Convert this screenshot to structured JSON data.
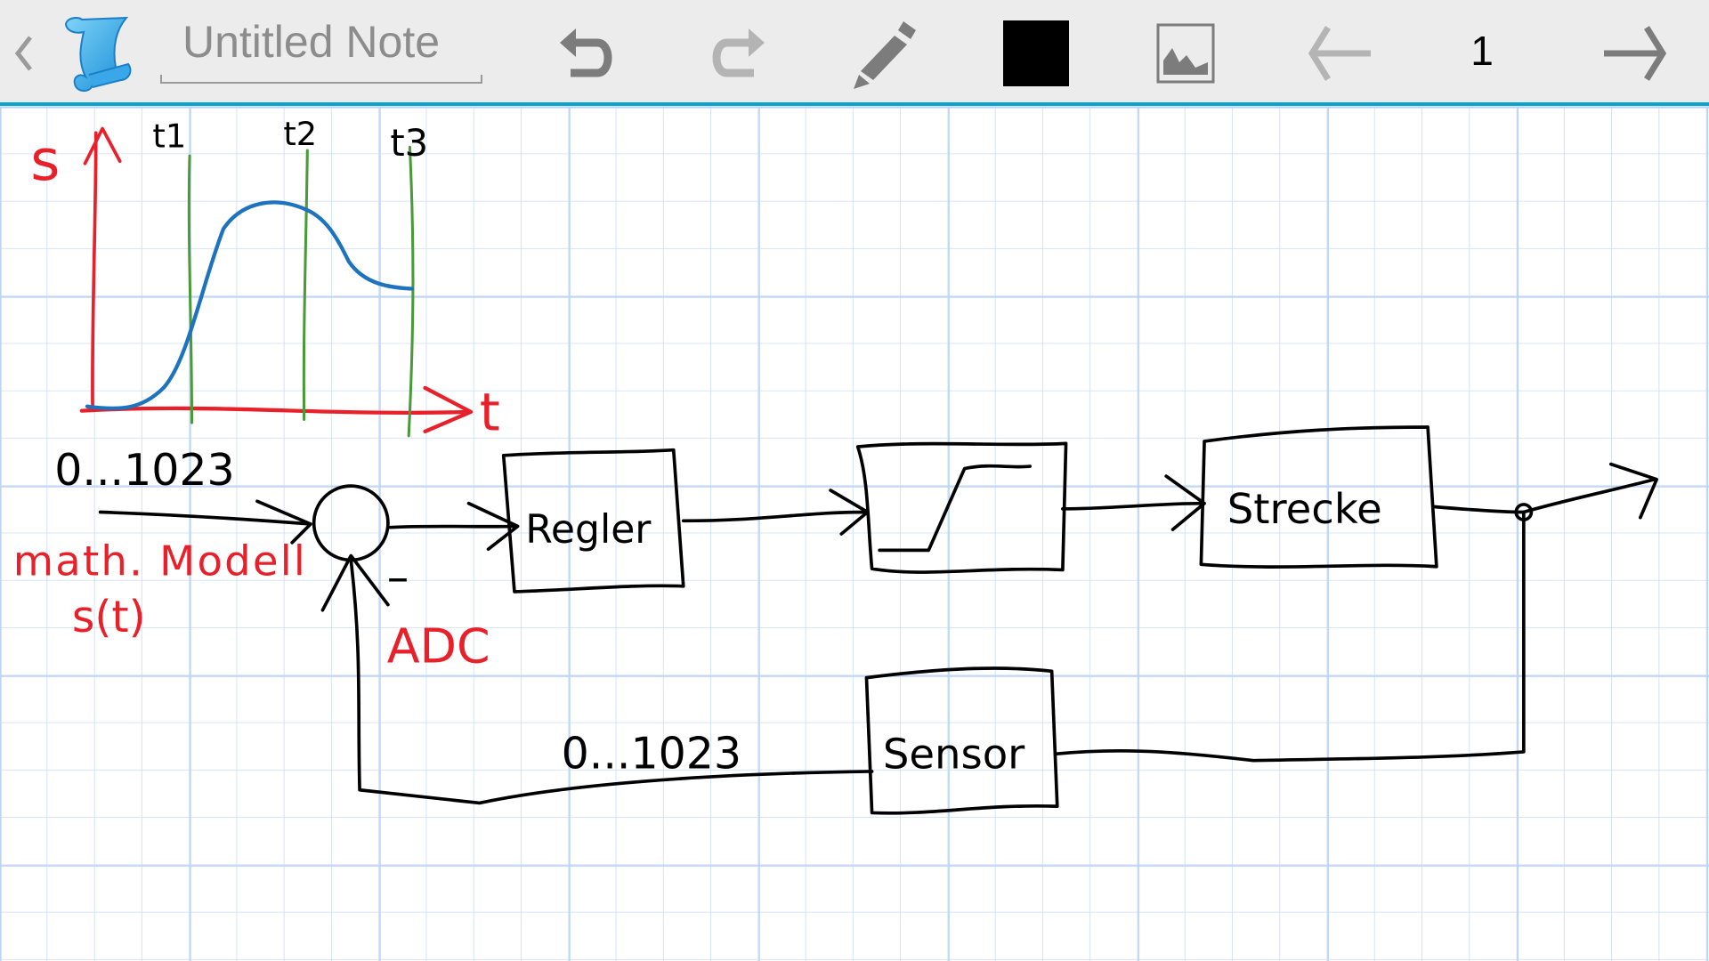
{
  "toolbar": {
    "back_icon": "chevron-left-icon",
    "app_icon": "scroll-icon",
    "title_value": "Untitled Note",
    "undo_icon": "undo-icon",
    "redo_icon": "redo-icon",
    "pen_icon": "pencil-icon",
    "color_swatch": "#000000",
    "image_icon": "image-icon",
    "prev_page_icon": "arrow-left-icon",
    "page_number": "1",
    "next_page_icon": "arrow-right-icon",
    "accent": "#0aa3c9"
  },
  "note": {
    "graph": {
      "y_label": "s",
      "x_label": "t",
      "markers": [
        "t1",
        "t2",
        "t3"
      ],
      "axis_color": "#e8202a",
      "curve_color": "#1e73be",
      "marker_color": "#4a9a3a"
    },
    "input_range": "0...1023",
    "input_label_line1": "math. Modell",
    "input_label_line2": "s(t)",
    "minus_sign": "–",
    "adc_label": "ADC",
    "blocks": {
      "controller": "Regler",
      "plant": "Strecke",
      "sensor": "Sensor"
    },
    "feedback_range": "0...1023"
  }
}
